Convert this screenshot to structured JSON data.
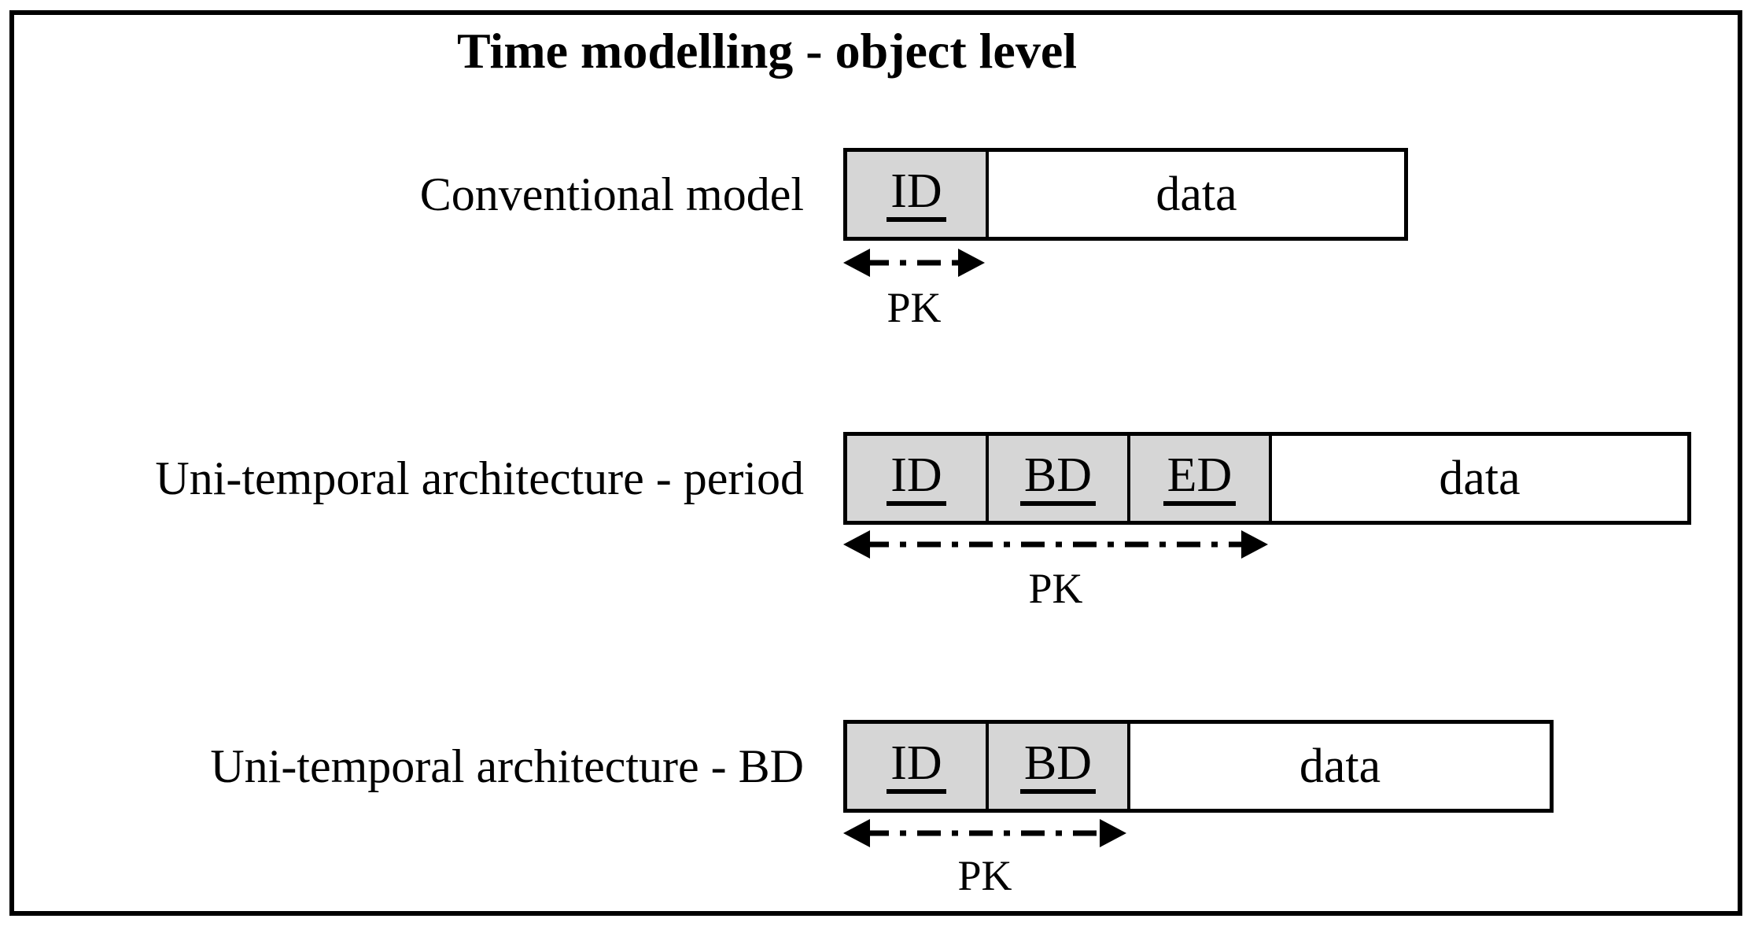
{
  "diagram": {
    "title": "Time modelling - object level",
    "colors": {
      "key_cell_fill": "#d6d6d6",
      "line_color": "#000000",
      "background": "#ffffff"
    },
    "rows": [
      {
        "label": "Conventional model",
        "key_fields": [
          "ID"
        ],
        "data_label": "data",
        "pk_label": "PK"
      },
      {
        "label": "Uni-temporal architecture - period",
        "key_fields": [
          "ID",
          "BD",
          "ED"
        ],
        "data_label": "data",
        "pk_label": "PK"
      },
      {
        "label": "Uni-temporal architecture - BD",
        "key_fields": [
          "ID",
          "BD"
        ],
        "data_label": "data",
        "pk_label": "PK"
      }
    ]
  }
}
